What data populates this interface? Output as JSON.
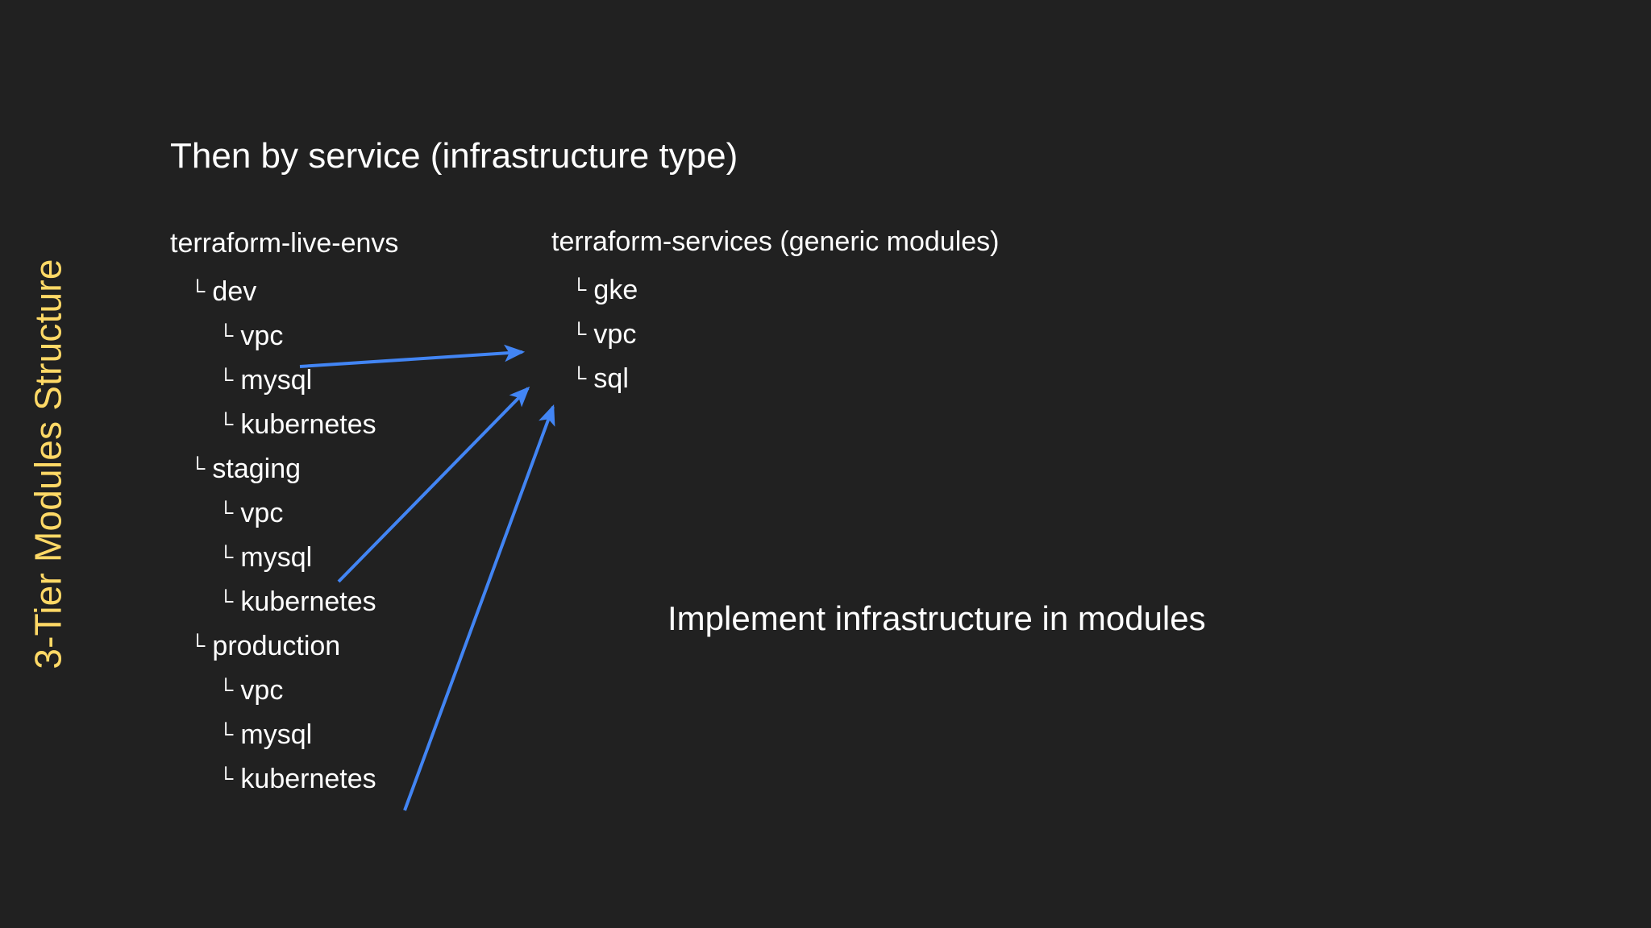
{
  "slide": {
    "background_color": "#212121",
    "side_title": "3-Tier Modules Structure",
    "side_title_color": "#ffd966",
    "headline": "Then by service (infrastructure type)",
    "caption": "Implement infrastructure in modules",
    "text_color": "#ffffff",
    "arrow_color": "#4285f4"
  },
  "tree_left": {
    "root": "terraform-live-envs",
    "branch_glyph": "└",
    "nodes": [
      {
        "label": "dev",
        "level": 1
      },
      {
        "label": "vpc",
        "level": 2
      },
      {
        "label": "mysql",
        "level": 2
      },
      {
        "label": "kubernetes",
        "level": 2
      },
      {
        "label": "staging",
        "level": 1
      },
      {
        "label": "vpc",
        "level": 2
      },
      {
        "label": "mysql",
        "level": 2
      },
      {
        "label": "kubernetes",
        "level": 2
      },
      {
        "label": "production",
        "level": 1
      },
      {
        "label": "vpc",
        "level": 2
      },
      {
        "label": "mysql",
        "level": 2
      },
      {
        "label": "kubernetes",
        "level": 2
      }
    ]
  },
  "tree_right": {
    "root": "terraform-services (generic modules)",
    "branch_glyph": "└",
    "nodes": [
      {
        "label": "gke",
        "level": 1
      },
      {
        "label": "vpc",
        "level": 1
      },
      {
        "label": "sql",
        "level": 1
      }
    ]
  },
  "arrows": [
    {
      "name": "arrow-dev-vpc-to-services",
      "from": "dev/vpc",
      "to": "terraform-services"
    },
    {
      "name": "arrow-staging-mysql-to-services",
      "from": "staging/mysql",
      "to": "terraform-services"
    },
    {
      "name": "arrow-prod-kubernetes-to-services",
      "from": "production/kubernetes",
      "to": "terraform-services"
    }
  ]
}
